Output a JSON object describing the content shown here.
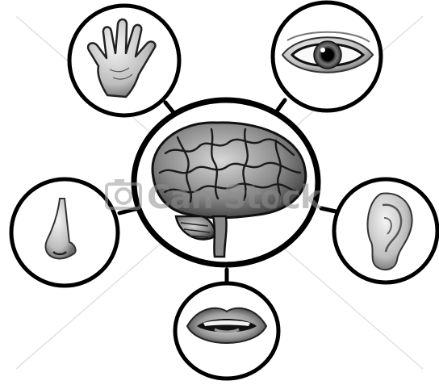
{
  "watermark": {
    "text": "Can Stock",
    "icon": "camera-icon"
  },
  "diagram": {
    "center": {
      "icon": "brain-icon"
    },
    "senses": [
      {
        "id": "touch",
        "icon": "hand-icon"
      },
      {
        "id": "sight",
        "icon": "eye-icon"
      },
      {
        "id": "smell",
        "icon": "nose-icon"
      },
      {
        "id": "hearing",
        "icon": "ear-icon"
      },
      {
        "id": "taste",
        "icon": "mouth-icon"
      }
    ]
  }
}
